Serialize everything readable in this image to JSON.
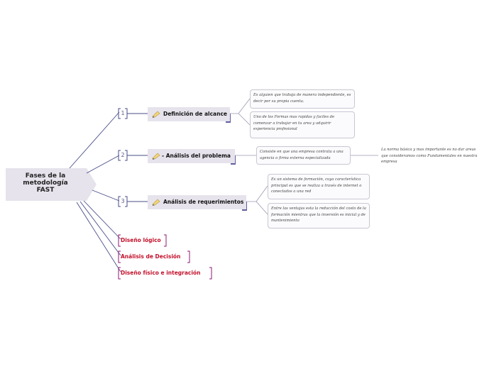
{
  "root": {
    "title_lines": [
      "Fases de la",
      "metodología",
      "FAST"
    ]
  },
  "topics": [
    {
      "number": "1",
      "label": "Definición de alcance"
    },
    {
      "number": "2",
      "label": "- Análisis del problema"
    },
    {
      "number": "3",
      "label": "Análisis de requerimientos"
    }
  ],
  "notes": {
    "scope_1": "Es alguien que trabaja de manera independiente, es decir por su propia cuenta.",
    "scope_2": "Uno de los Formas mas rapidas y faciles de comenzar a trabajar en tu area y adquirir experiencia profesional",
    "problem_1": "Consiste en que una empresa contrata a una agencia o firma externa especializada",
    "problem_2": "La norma básica y mas importante es no dar areas que consideramos como Fundamentales en nuestra empresa",
    "req_1": "Es un sistema de formación, cuya característica principal es que se realiza a través de internet o conectados a una red",
    "req_2": "Entre las ventajas esta la reducción del costo de la formación mientras que la inversión es inicial y de mantenimiento"
  },
  "external_topics": [
    {
      "label": "Diseño lógico"
    },
    {
      "label": "Análisis de Decisión"
    },
    {
      "label": "Diseño físico e integración"
    }
  ],
  "colors": {
    "topic_fill": "#e6e3ec",
    "root_fill": "#e6e3ec",
    "connector": "#4a4e8a",
    "external_text": "#c3102b",
    "external_bracket": "#8d1a72",
    "bracket": "#4a4e8a"
  }
}
